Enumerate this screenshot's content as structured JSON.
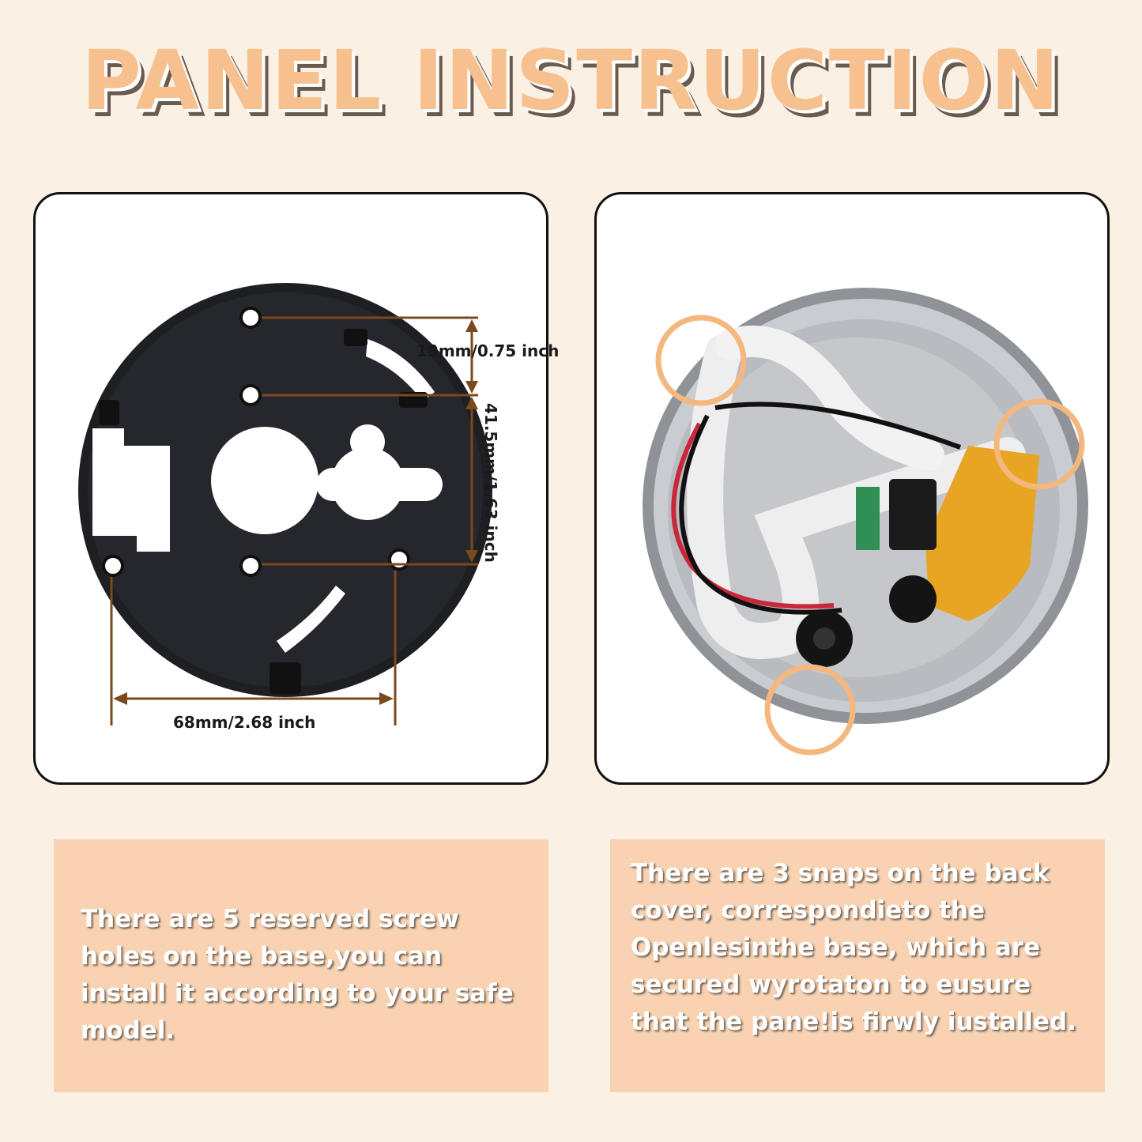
{
  "title": "PANEL INSTRUCTION",
  "base_panel": {
    "dim_top_spacing": "19mm/0.75 inch",
    "dim_vertical_span": "41.5mm/1.63 inch",
    "dim_width": "68mm/2.68 inch"
  },
  "captions": {
    "left": "There are 5 reserved screw holes on the base,you can install it according to your safe model.",
    "right": "There are 3 snaps on the back cover, correspondieto the Openlesinthe base, which are secured wyrotaton to eusure that the pane!is firwly iustalled."
  },
  "colors": {
    "background": "#fbf0e4",
    "title_fill": "#f7c18f",
    "caption_box": "#f8d2b1",
    "dimension_line": "#7a4a1e",
    "highlight_circle": "#f5b77e"
  }
}
